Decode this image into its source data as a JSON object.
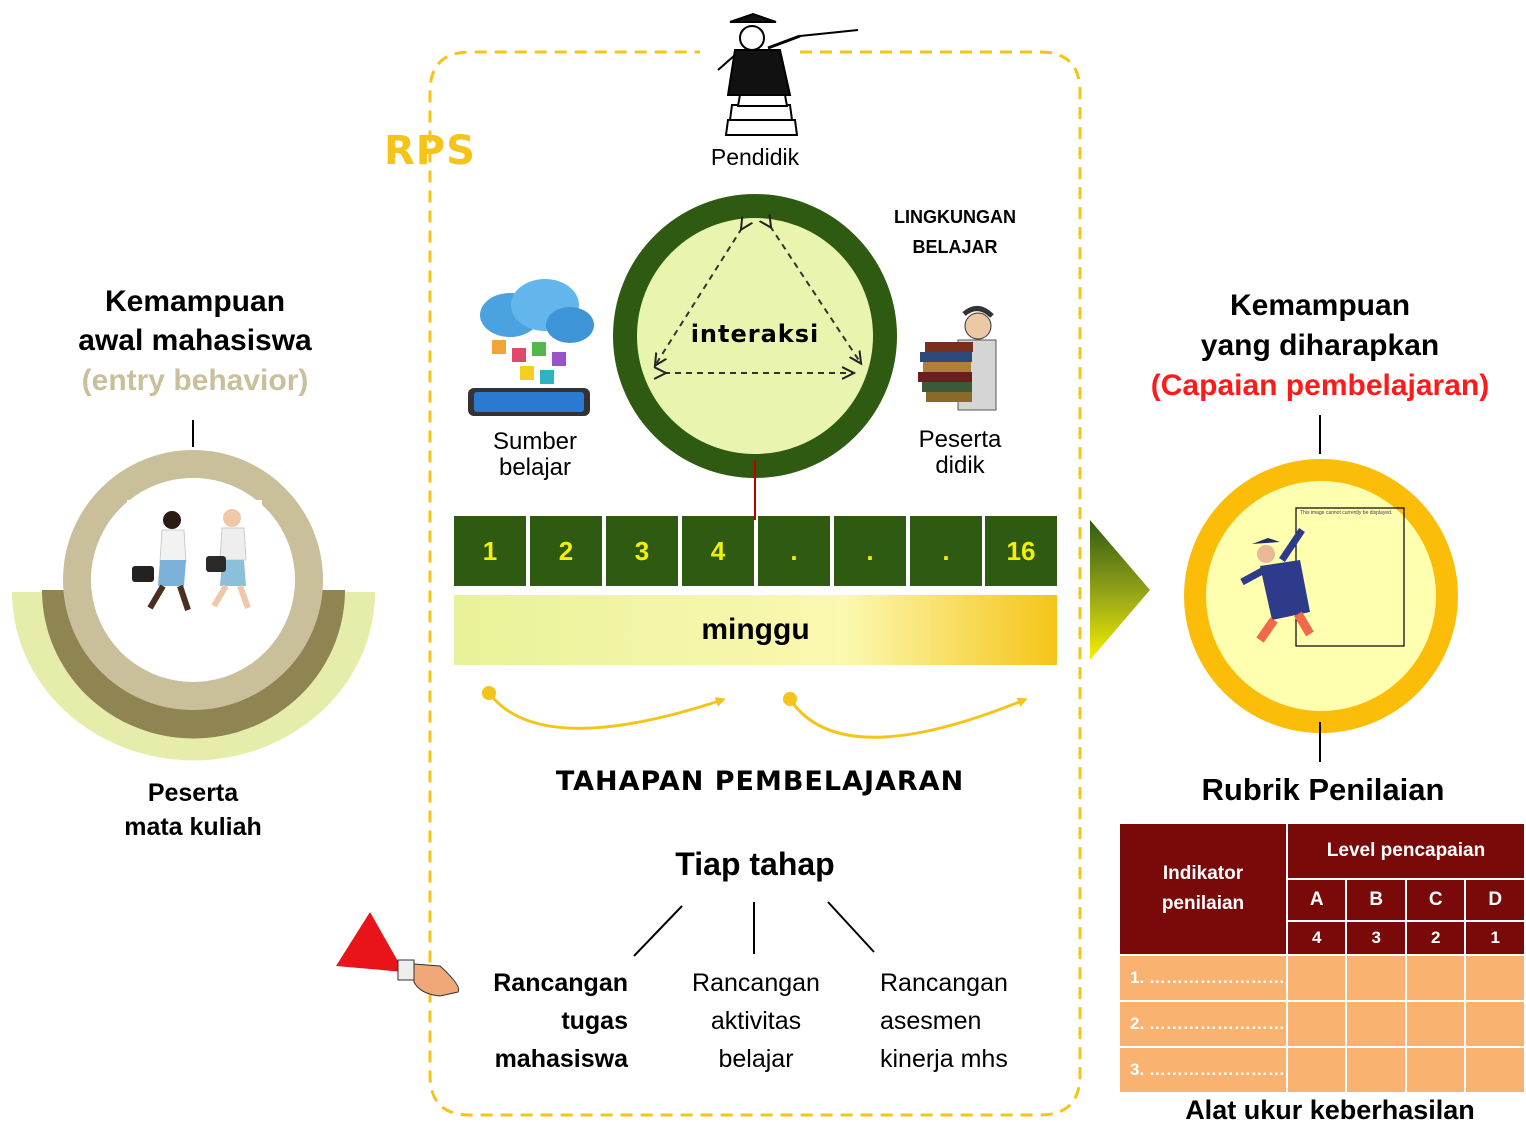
{
  "left": {
    "title_line1": "Kemampuan",
    "title_line2": "awal mahasiswa",
    "title_line3": "(entry behavior)",
    "bottom_line1": "Peserta",
    "bottom_line2": "mata kuliah"
  },
  "center": {
    "rps_label": "RPS",
    "pendidik": "Pendidik",
    "lingkungan_line1": "LINGKUNGAN",
    "lingkungan_line2": "BELAJAR",
    "interaksi": "interaksi",
    "sumber_line1": "Sumber",
    "sumber_line2": "belajar",
    "peserta_line1": "Peserta",
    "peserta_line2": "didik",
    "weeks": [
      "1",
      "2",
      "3",
      "4",
      ".",
      ".",
      ".",
      "16"
    ],
    "minggu": "minggu",
    "tahapan": "TAHAPAN PEMBELAJARAN",
    "tiap_tahap": "Tiap tahap",
    "tugas": [
      "Rancangan",
      "tugas",
      "mahasiswa"
    ],
    "aktivitas": [
      "Rancangan",
      "aktivitas",
      "belajar"
    ],
    "asesmen": [
      "Rancangan",
      "asesmen",
      "kinerja mhs"
    ]
  },
  "right": {
    "title_line1": "Kemampuan",
    "title_line2": "yang diharapkan",
    "title_line3": "(Capaian pembelajaran)",
    "rubrik": "Rubrik Penilaian",
    "alat_ukur": "Alat ukur keberhasilan",
    "image_placeholder": "This image cannot currently be displayed.",
    "table": {
      "indikator_line1": "Indikator",
      "indikator_line2": "penilaian",
      "level": "Level pencapaian",
      "letters": [
        "A",
        "B",
        "C",
        "D"
      ],
      "scores": [
        "4",
        "3",
        "2",
        "1"
      ],
      "rows": [
        "1. ……………………",
        "2. ……………………",
        "3. ……………………"
      ]
    }
  },
  "colors": {
    "dark_green": "#2f5a12",
    "light_yellow_green": "#eef7a8",
    "gold": "#f5c418",
    "red_text": "#ff1a1a",
    "tan": "#b5a77c",
    "maroon": "#7a0a0a",
    "orange_cells": "#f9b26f"
  }
}
